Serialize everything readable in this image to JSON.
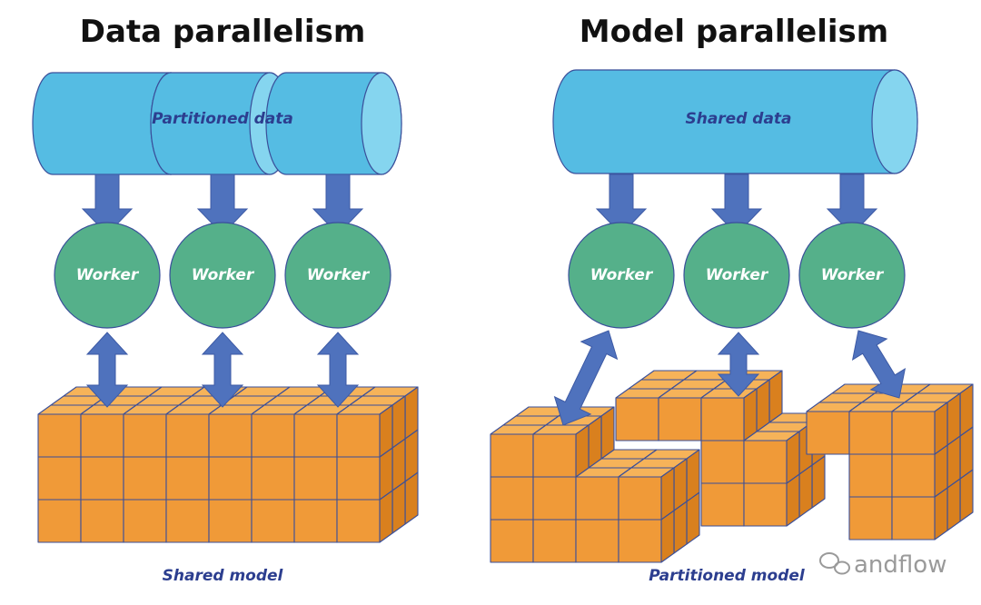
{
  "left": {
    "title": "Data parallelism",
    "data_label": "Partitioned data",
    "workers": [
      "Worker",
      "Worker",
      "Worker"
    ],
    "model_label": "Shared model"
  },
  "right": {
    "title": "Model parallelism",
    "data_label": "Shared data",
    "workers": [
      "Worker",
      "Worker",
      "Worker"
    ],
    "model_label": "Partitioned model"
  },
  "watermark": "andflow",
  "colors": {
    "cylinder_body": "#55bce3",
    "cylinder_cap": "#85d5ef",
    "arrow": "#4f72bd",
    "worker": "#55b08a",
    "cube_front": "#f09a38",
    "cube_top": "#f6b359",
    "cube_side": "#d9801e",
    "cube_edge": "#3a4f9a",
    "label": "#2c3e8f"
  }
}
